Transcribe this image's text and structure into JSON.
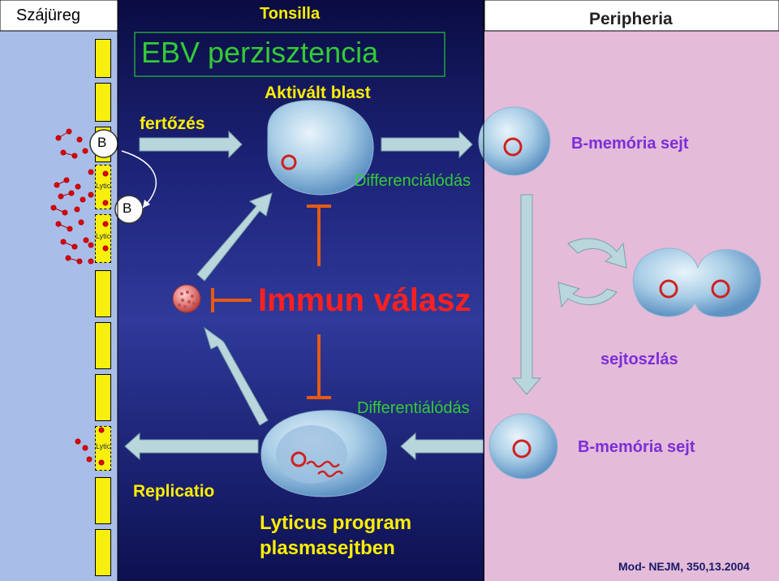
{
  "regions": {
    "left": "Szájüreg",
    "center": "Tonsilla",
    "right": "Peripheria"
  },
  "title": "EBV perzisztencia",
  "labels": {
    "activated_blast": "Aktivált blast",
    "infection": "fertőzés",
    "memory_b_top": "B-memória sejt",
    "differentiation_top": "Differenciálódás",
    "immune_response": "Immun válasz",
    "cell_division": "sejtoszlás",
    "differentiation_bottom": "Differentiálódás",
    "memory_b_bottom": "B-memória sejt",
    "replication": "Replicatio",
    "lytic_program_line1": "Lyticus program",
    "lytic_program_line2": "plasmasejtben",
    "citation": "Mod- NEJM, 350,13.2004"
  },
  "cells": {
    "b_label_1": "B",
    "b_label_2": "B",
    "lytic_1": "Lytic",
    "lytic_2": "Lytic",
    "lytic_3": "Lytic"
  },
  "colors": {
    "oral_cavity_bg": "#a9bde9",
    "tonsil_bg": "#1d2479",
    "periphery_bg": "#e4bbd8",
    "title_green": "#33cc33",
    "label_yellow": "#ffee00",
    "immune_red": "#ff2020",
    "inhibit_orange": "#e85a10",
    "memory_purple": "#7b2ed8",
    "arrow_fill": "#b9d6dc",
    "virus_red": "#e00000"
  }
}
